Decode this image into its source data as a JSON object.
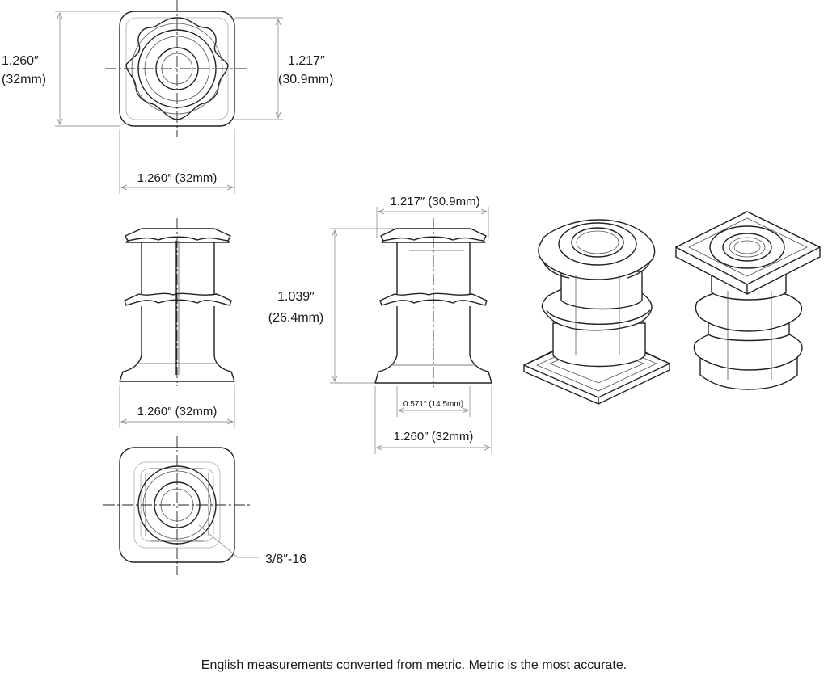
{
  "labels": {
    "top_height_in": "1.260″",
    "top_height_mm": "(32mm)",
    "top_inner_in": "1.217″",
    "top_inner_mm": "(30.9mm)",
    "top_width": "1.260″ (32mm)",
    "side_width": "1.260″ (32mm)",
    "front_top_width": "1.217″ (30.9mm)",
    "front_height_in": "1.039″",
    "front_height_mm": "(26.4mm)",
    "front_inner_width": "0.571″ (14.5mm)",
    "front_bottom_width": "1.260″ (32mm)",
    "thread": "3/8″-16"
  },
  "footnote": "English measurements converted from metric. Metric is the most accurate."
}
